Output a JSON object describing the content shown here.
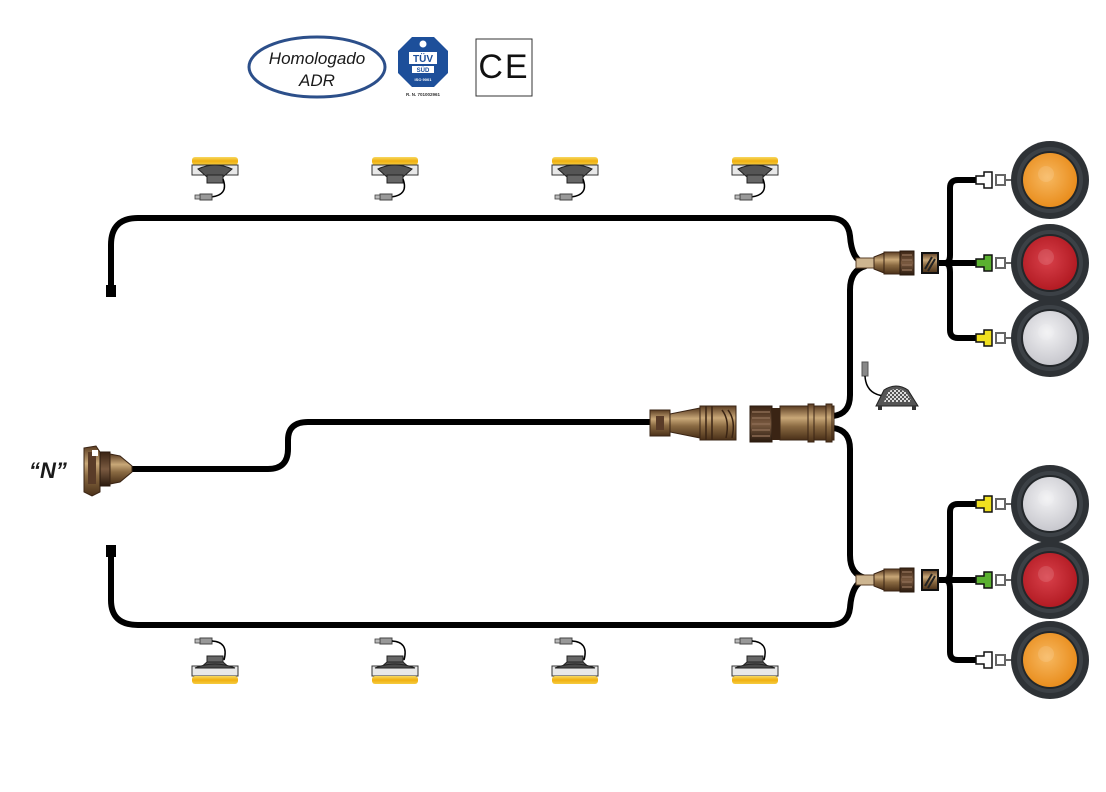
{
  "certifications": {
    "adr_badge": {
      "line1": "Homologado",
      "line2": "ADR"
    },
    "tuv_badge": {
      "top": "TÜV",
      "bottom": "SÜD",
      "iso": "ISO 9001",
      "reg_number": "R. N. 701002961"
    },
    "ce_mark": {
      "text": "CE"
    }
  },
  "main_connector": {
    "label": "“N”"
  },
  "colors": {
    "cable": "#000000",
    "connector_bronze": "#8a6a42",
    "amber_lens": "#f0a030",
    "red_lens": "#c8202a",
    "clear_lens": "#e6e6ea",
    "tuv_blue": "#1d4f9a",
    "adr_border": "#2c4f8a",
    "terminal_green": "#5ab030",
    "terminal_yellow": "#f0e020",
    "marker_amber": "#f5c020"
  },
  "side_markers": {
    "top": [
      {
        "id": "top-1"
      },
      {
        "id": "top-2"
      },
      {
        "id": "top-3"
      },
      {
        "id": "top-4"
      }
    ],
    "bottom": [
      {
        "id": "bottom-1"
      },
      {
        "id": "bottom-2"
      },
      {
        "id": "bottom-3"
      },
      {
        "id": "bottom-4"
      }
    ]
  },
  "rear_lamps": {
    "top_group": [
      {
        "type": "amber",
        "terminal": "white"
      },
      {
        "type": "red",
        "terminal": "green"
      },
      {
        "type": "clear",
        "terminal": "yellow"
      }
    ],
    "bottom_group": [
      {
        "type": "clear",
        "terminal": "yellow"
      },
      {
        "type": "red",
        "terminal": "green"
      },
      {
        "type": "amber",
        "terminal": "white"
      }
    ]
  }
}
